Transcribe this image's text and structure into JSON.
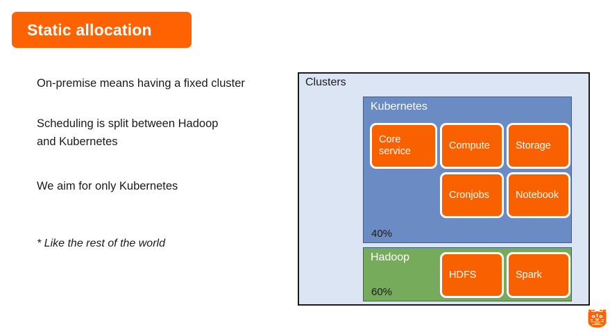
{
  "slide": {
    "title": "Static allocation",
    "bullets": [
      "On-premise means having a fixed cluster",
      "Scheduling is split between Hadoop\nand Kubernetes",
      "We aim for only Kubernetes"
    ],
    "footnote": "* Like the rest of the world"
  },
  "diagram": {
    "outer_label": "Clusters",
    "groups": [
      {
        "name": "Kubernetes",
        "percent": "40%",
        "services": [
          "Core\nservice",
          "Compute",
          "Storage",
          "Cronjobs",
          "Notebook"
        ]
      },
      {
        "name": "Hadoop",
        "percent": "60%",
        "services": [
          "HDFS",
          "Spark"
        ]
      }
    ]
  },
  "branding": {
    "logo_name": "ing-lion-logo"
  },
  "colors": {
    "accent_orange": "#ff6200",
    "service_orange": "#f96100",
    "cluster_bg": "#dce5f4",
    "kubernetes_blue": "#6b8bc4",
    "hadoop_green": "#76ab5c",
    "border_dark": "#1a1a1a",
    "group_border": "#3c5a94",
    "text_dark": "#1a1a1a",
    "text_light": "#ffffff"
  }
}
